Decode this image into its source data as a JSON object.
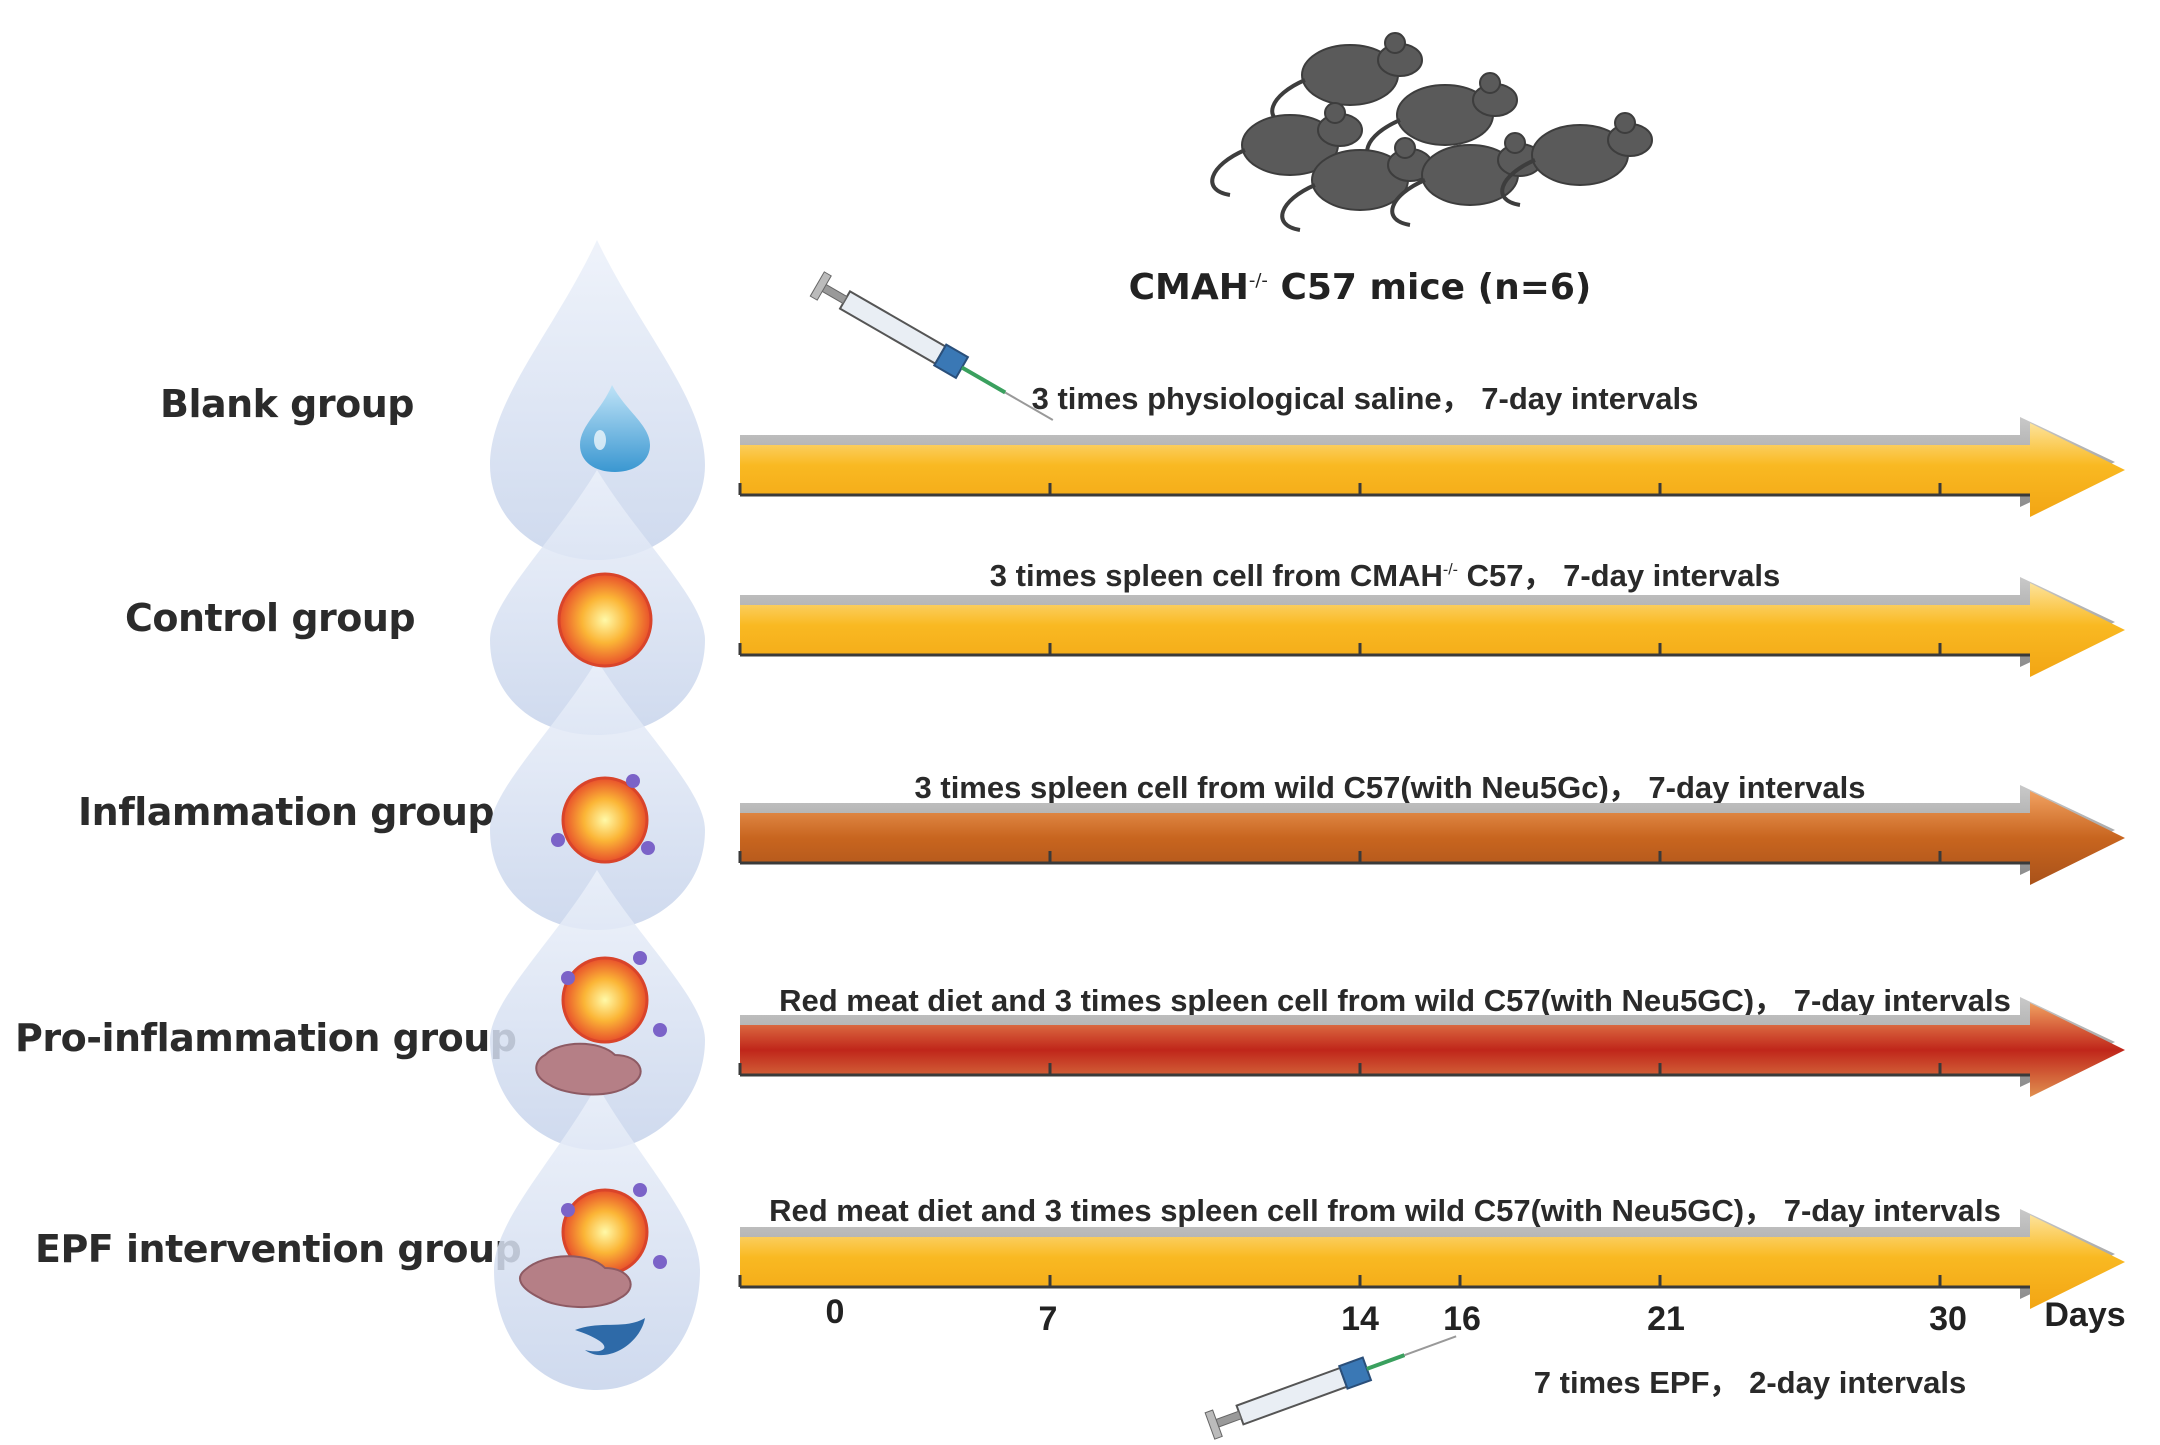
{
  "title": {
    "prefix": "CMAH",
    "superscript": "-/-",
    "suffix": " C57 mice (n=6)"
  },
  "groups": [
    {
      "name": "Blank group",
      "bar_label": "3 times physiological saline， 7-day intervals",
      "bar_color": "yellow",
      "icon": "water-drop-icon"
    },
    {
      "name": "Control group",
      "bar_label_prefix": "3 times spleen cell from CMAH",
      "bar_label_sup": "-/-",
      "bar_label_suffix": " C57， 7-day intervals",
      "bar_color": "yellow",
      "icon": "spleen-cell-icon"
    },
    {
      "name": "Inflammation group",
      "bar_label": "3 times spleen cell from wild C57(with Neu5Gc)， 7-day intervals",
      "bar_color": "orange-brown",
      "icon": "spleen-cell-neu5gc-icon"
    },
    {
      "name": "Pro-inflammation group",
      "bar_label": "Red meat diet and 3 times spleen cell from wild C57(with Neu5GC)， 7-day intervals",
      "bar_color": "red",
      "icon": "spleen-cell-red-meat-icon"
    },
    {
      "name": "EPF intervention group",
      "bar_label": "Red meat diet and 3 times spleen cell from wild C57(with Neu5GC)， 7-day intervals",
      "bar_color": "yellow",
      "icon": "spleen-cell-red-meat-epf-icon"
    }
  ],
  "timeline": {
    "ticks": [
      "0",
      "7",
      "14",
      "16",
      "21",
      "30"
    ],
    "unit": "Days",
    "epf_label": "7 times EPF， 2-day intervals"
  },
  "colors": {
    "yellow_bar": "#f7b21c",
    "orange_bar": "#c8651f",
    "red_bar": "#c0261a",
    "drop": "#c7d5ec",
    "mouse": "#555555"
  }
}
